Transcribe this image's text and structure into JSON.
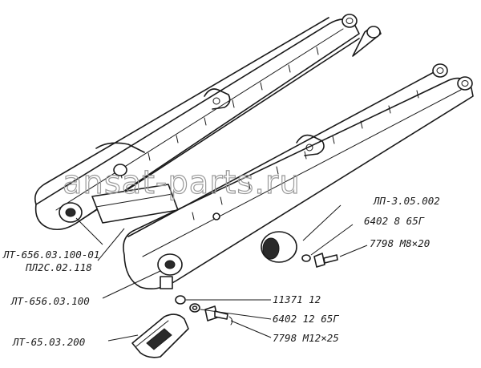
{
  "diagram": {
    "watermark": "ansat-parts.ru",
    "labels": {
      "frame_left_part": "ЛТ-656.03.100-01",
      "pin": "ПЛ2С.02.118",
      "frame_right_part": "ЛТ-656.03.100",
      "bracket": "ЛТ-65.03.200",
      "cover": "ЛП-3.05.002",
      "washer_small": "6402 8 65Г",
      "bolt_small": "7798 М8×20",
      "nut": "11371 12",
      "washer_large": "6402 12 65Г",
      "bolt_large": "7798 М12×25"
    }
  }
}
